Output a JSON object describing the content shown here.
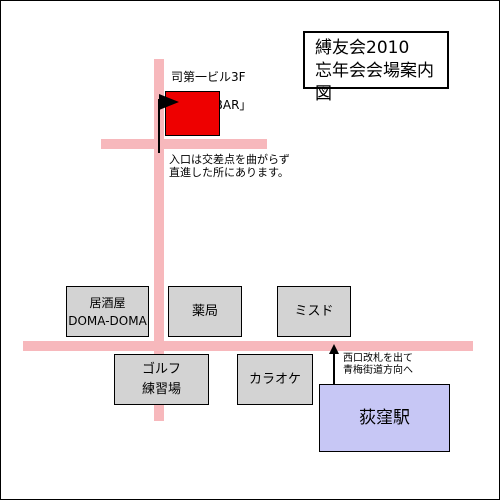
{
  "title": {
    "line1": "縛友会2010",
    "line2": "忘年会会場案内図"
  },
  "venue": {
    "building": "司第一ビル3F",
    "bar_name": "「GN's BAR」",
    "entrance_note": "入口は交差点を曲がらず\n直進した所にあります。",
    "color": "#ee0000"
  },
  "landmarks": {
    "izakaya": "居酒屋\nDOMA-DOMA",
    "pharmacy": "薬局",
    "misudo": "ミスド",
    "golf": "ゴルフ\n練習場",
    "karaoke": "カラオケ"
  },
  "station": {
    "name": "荻窪駅",
    "exit_note": "西口改札を出て\n青梅街道方向へ",
    "color": "#c7c7f5"
  },
  "colors": {
    "road": "#f7b8bc",
    "landmark": "#d3d3d3"
  }
}
